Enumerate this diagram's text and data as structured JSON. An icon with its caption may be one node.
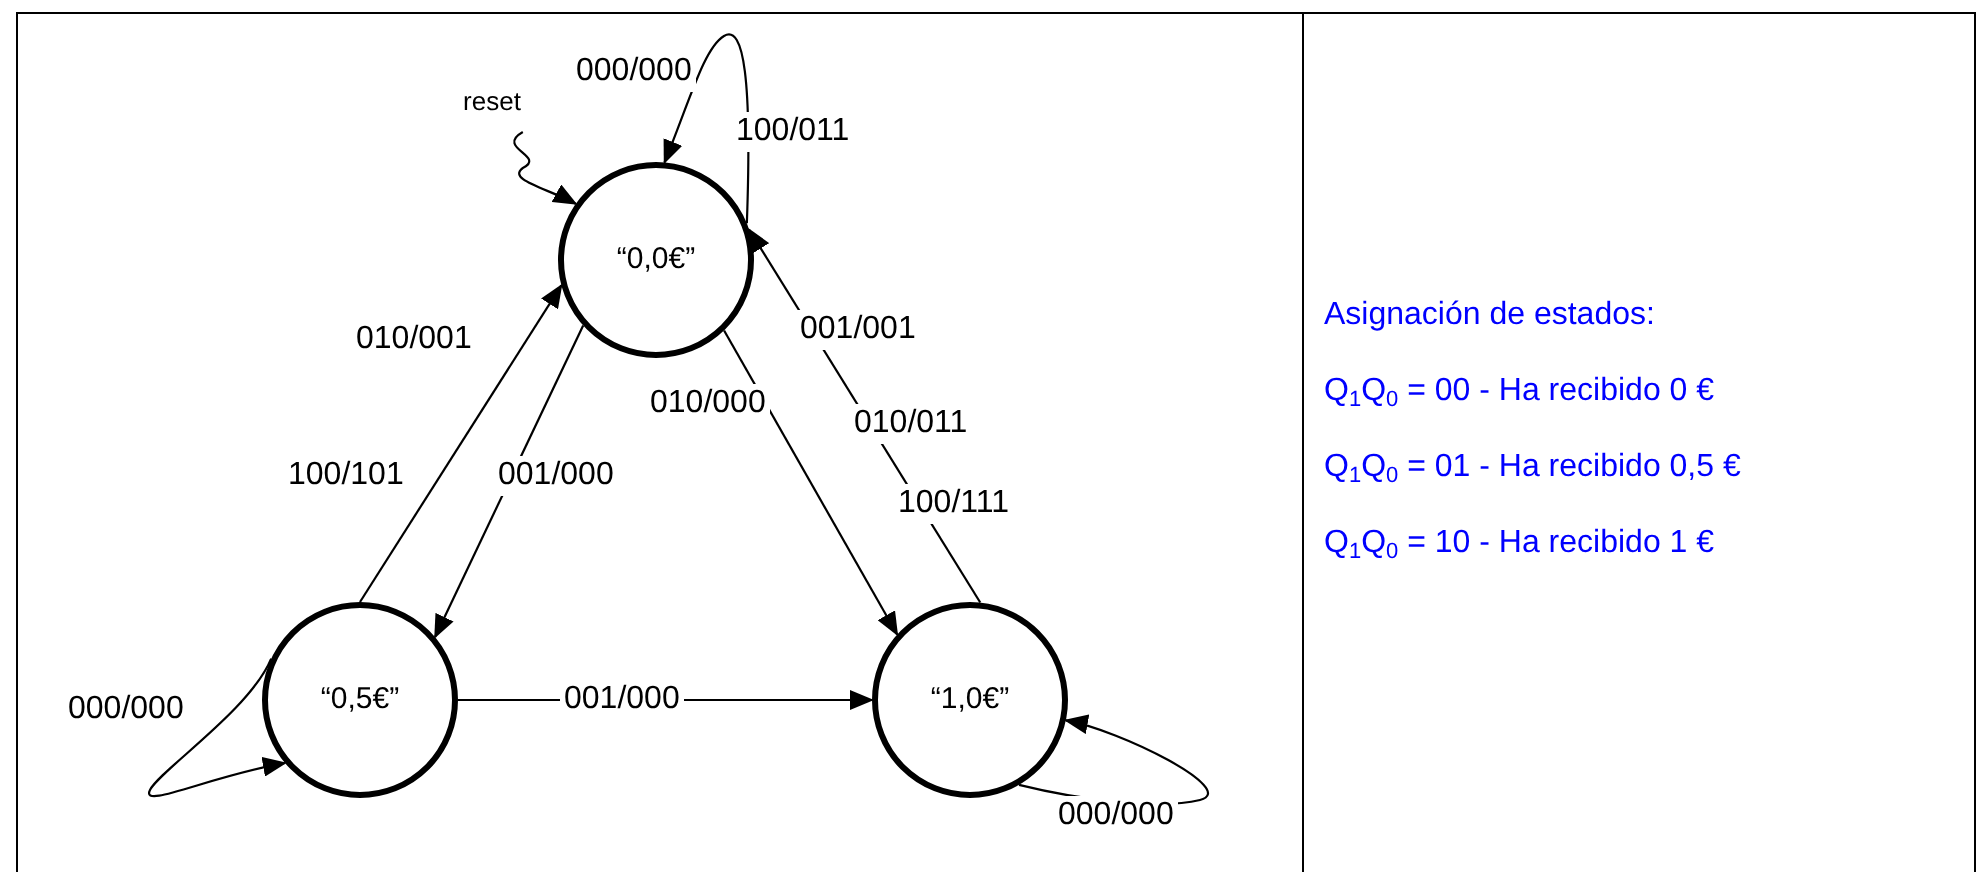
{
  "diagram": {
    "nodes": [
      {
        "text": [
          "“0,0€”"
        ]
      },
      {
        "text": [
          "“0,5€”"
        ]
      },
      {
        "text": [
          "“1,0€”"
        ]
      },
      {
        "text": [
          "reset"
        ]
      }
    ],
    "edges": [
      {
        "from": 0,
        "to": 0,
        "arrow": "to",
        "label": "000/000"
      },
      {
        "from": 3,
        "to": 0,
        "arrow": "to"
      },
      {
        "from": 1,
        "to": 0,
        "arrow": "to",
        "label": "010/001"
      },
      {
        "from": 0,
        "to": 1,
        "arrow": "to",
        "label": "001/000"
      },
      {
        "from": 0,
        "to": 2,
        "arrow": "to",
        "label": "010/000"
      },
      {
        "from": 2,
        "to": 0,
        "arrow": "to",
        "label": "001/001"
      },
      {
        "from": 1,
        "to": 2,
        "arrow": "to",
        "label": "001/000"
      },
      {
        "from": 1,
        "to": 1,
        "arrow": "to",
        "label": "000/000"
      },
      {
        "from": 2,
        "to": 2,
        "arrow": "to",
        "label": "000/000"
      }
    ],
    "labels": [
      "100/011",
      "010/011",
      "100/101",
      "100/111",
      "Asignación de estados:",
      "Q$_{1}$Q$_{0}$ = 00 - Ha recibido 0 €",
      "Q$_{1}$Q$_{0}$ = 01 - Ha recibido 0,5 €",
      "Q$_{1}$Q$_{0}$ = 10 - Ha recibido 1 €"
    ]
  }
}
